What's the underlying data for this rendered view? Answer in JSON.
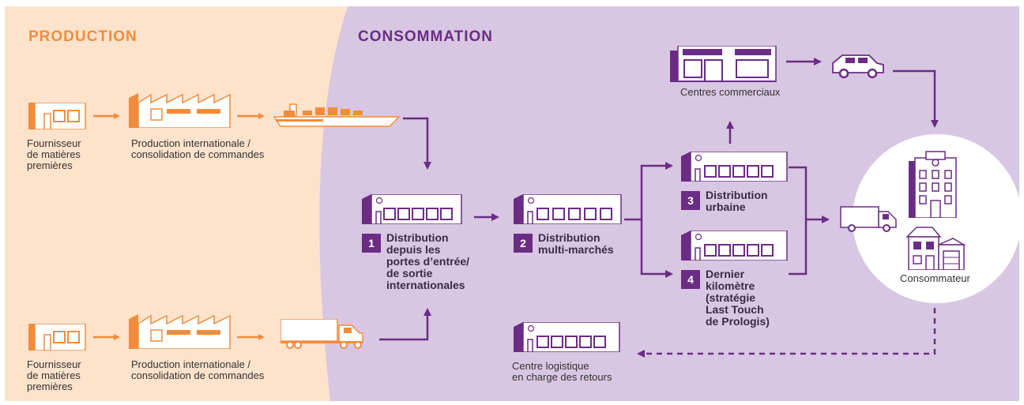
{
  "colors": {
    "production_bg": "#fde3cc",
    "consumption_bg": "#d8c7e2",
    "orange": "#f28c3c",
    "purple": "#6b2c85"
  },
  "sections": {
    "production": "PRODUCTION",
    "consumption": "CONSOMMATION"
  },
  "row1": {
    "supplier": "Fournisseur\nde matières\npremières",
    "production": "Production internationale /\nconsolidation de commandes"
  },
  "row2": {
    "supplier": "Fournisseur\nde matières\npremières",
    "production": "Production internationale /\nconsolidation de commandes"
  },
  "steps": [
    {
      "num": "1",
      "label": "Distribution\ndepuis les\nportes d’entrée/\nde sortie\ninternationales"
    },
    {
      "num": "2",
      "label": "Distribution\nmulti-marchés"
    },
    {
      "num": "3",
      "label": "Distribution\nurbaine"
    },
    {
      "num": "4",
      "label": "Dernier\nkilomètre\n(stratégie\nLast Touch\nde Prologis)"
    }
  ],
  "retail": "Centres commerciaux",
  "consumer": "Consommateur",
  "returns": "Centre logistique\nen charge des retours",
  "icons": [
    "supplier-warehouse-icon",
    "factory-icon",
    "cargo-ship-icon",
    "truck-icon",
    "warehouse-icon",
    "store-icon",
    "car-icon",
    "delivery-van-icon",
    "apartment-building-icon",
    "house-icon"
  ]
}
